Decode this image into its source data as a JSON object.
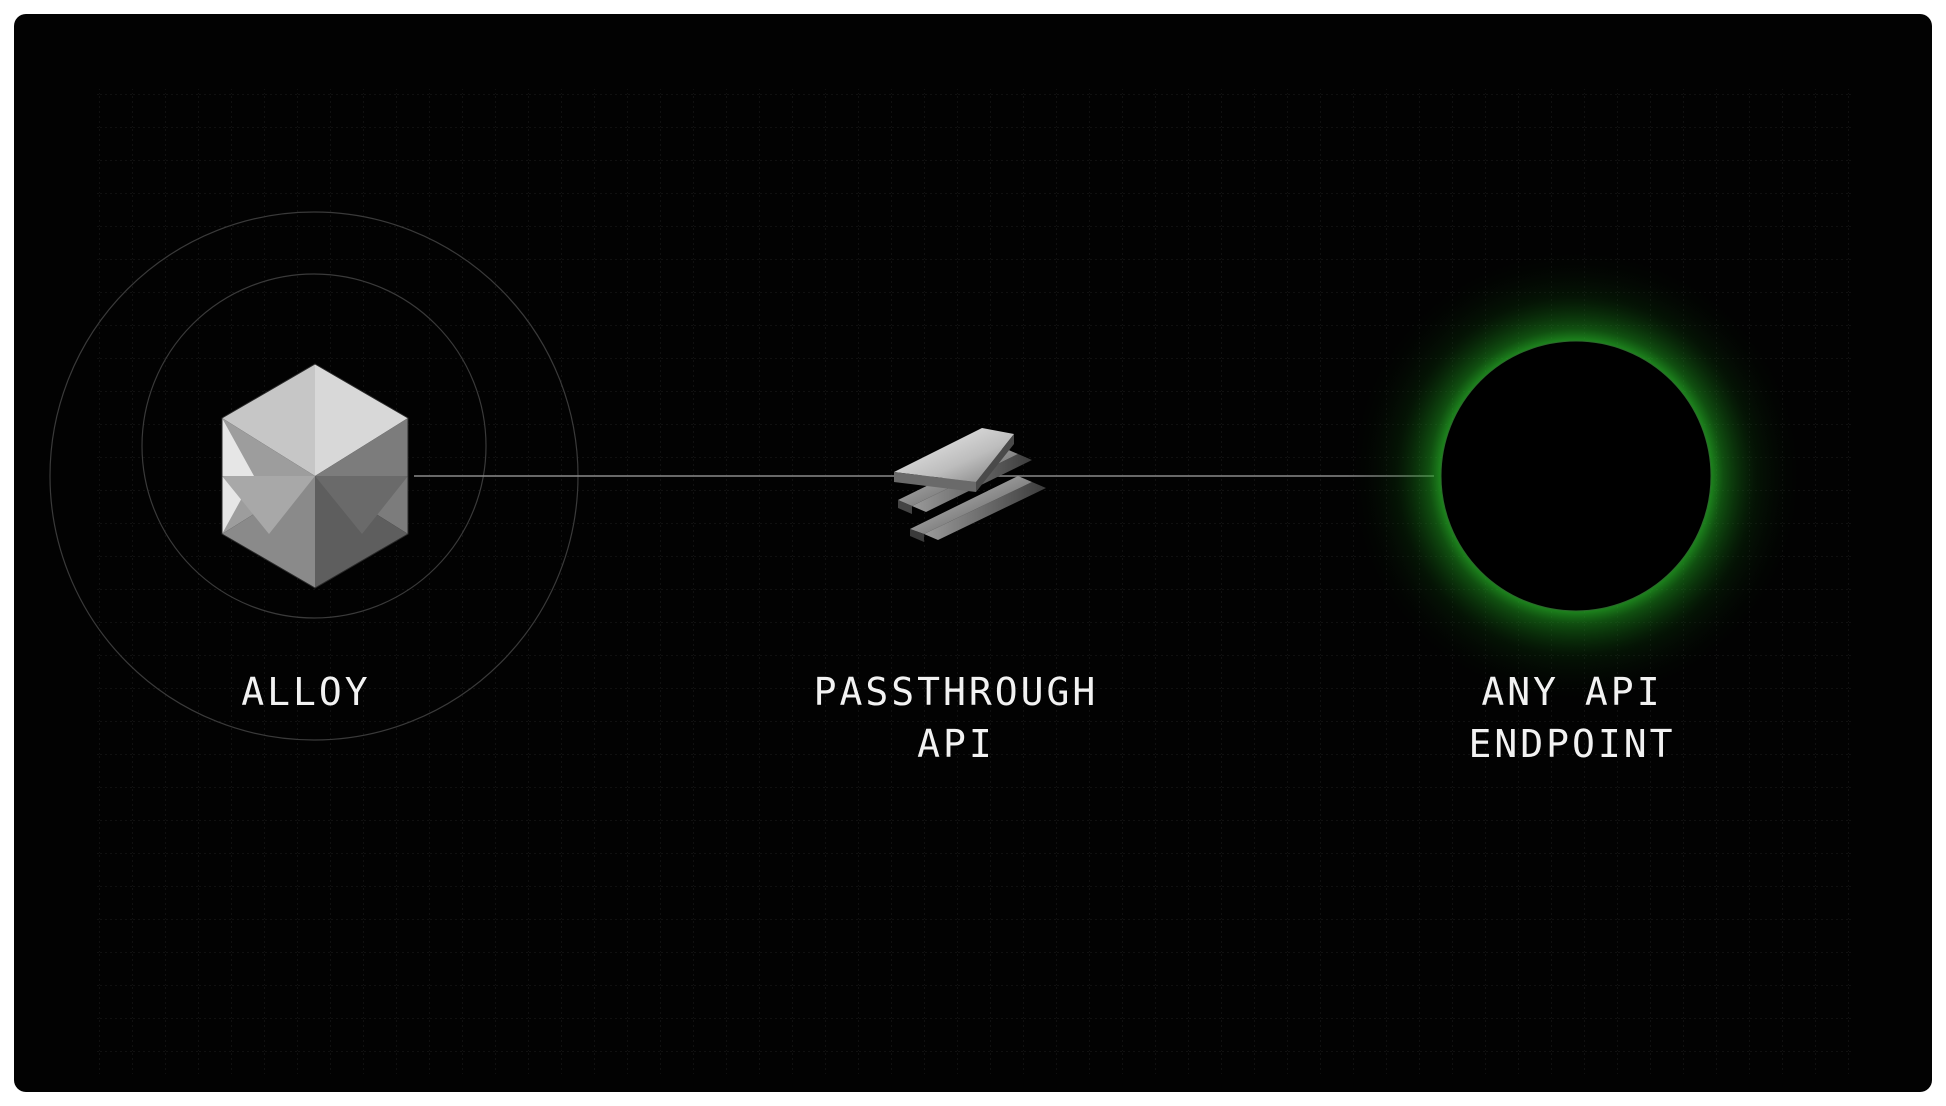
{
  "nodes": {
    "alloy": {
      "label": "ALLOY",
      "icon": "hexagon-gem-icon"
    },
    "passthrough": {
      "label_line1": "PASSTHROUGH",
      "label_line2": "API",
      "icon": "stacked-layers-icon"
    },
    "endpoint": {
      "label_line1": "ANY API",
      "label_line2": "ENDPOINT",
      "icon": "glowing-circle-icon"
    }
  },
  "colors": {
    "background": "#020202",
    "frame": "#ffffff",
    "label_text": "#f2f2f2",
    "connector": "#8a8a8a",
    "glow": "#1f9a1f"
  }
}
